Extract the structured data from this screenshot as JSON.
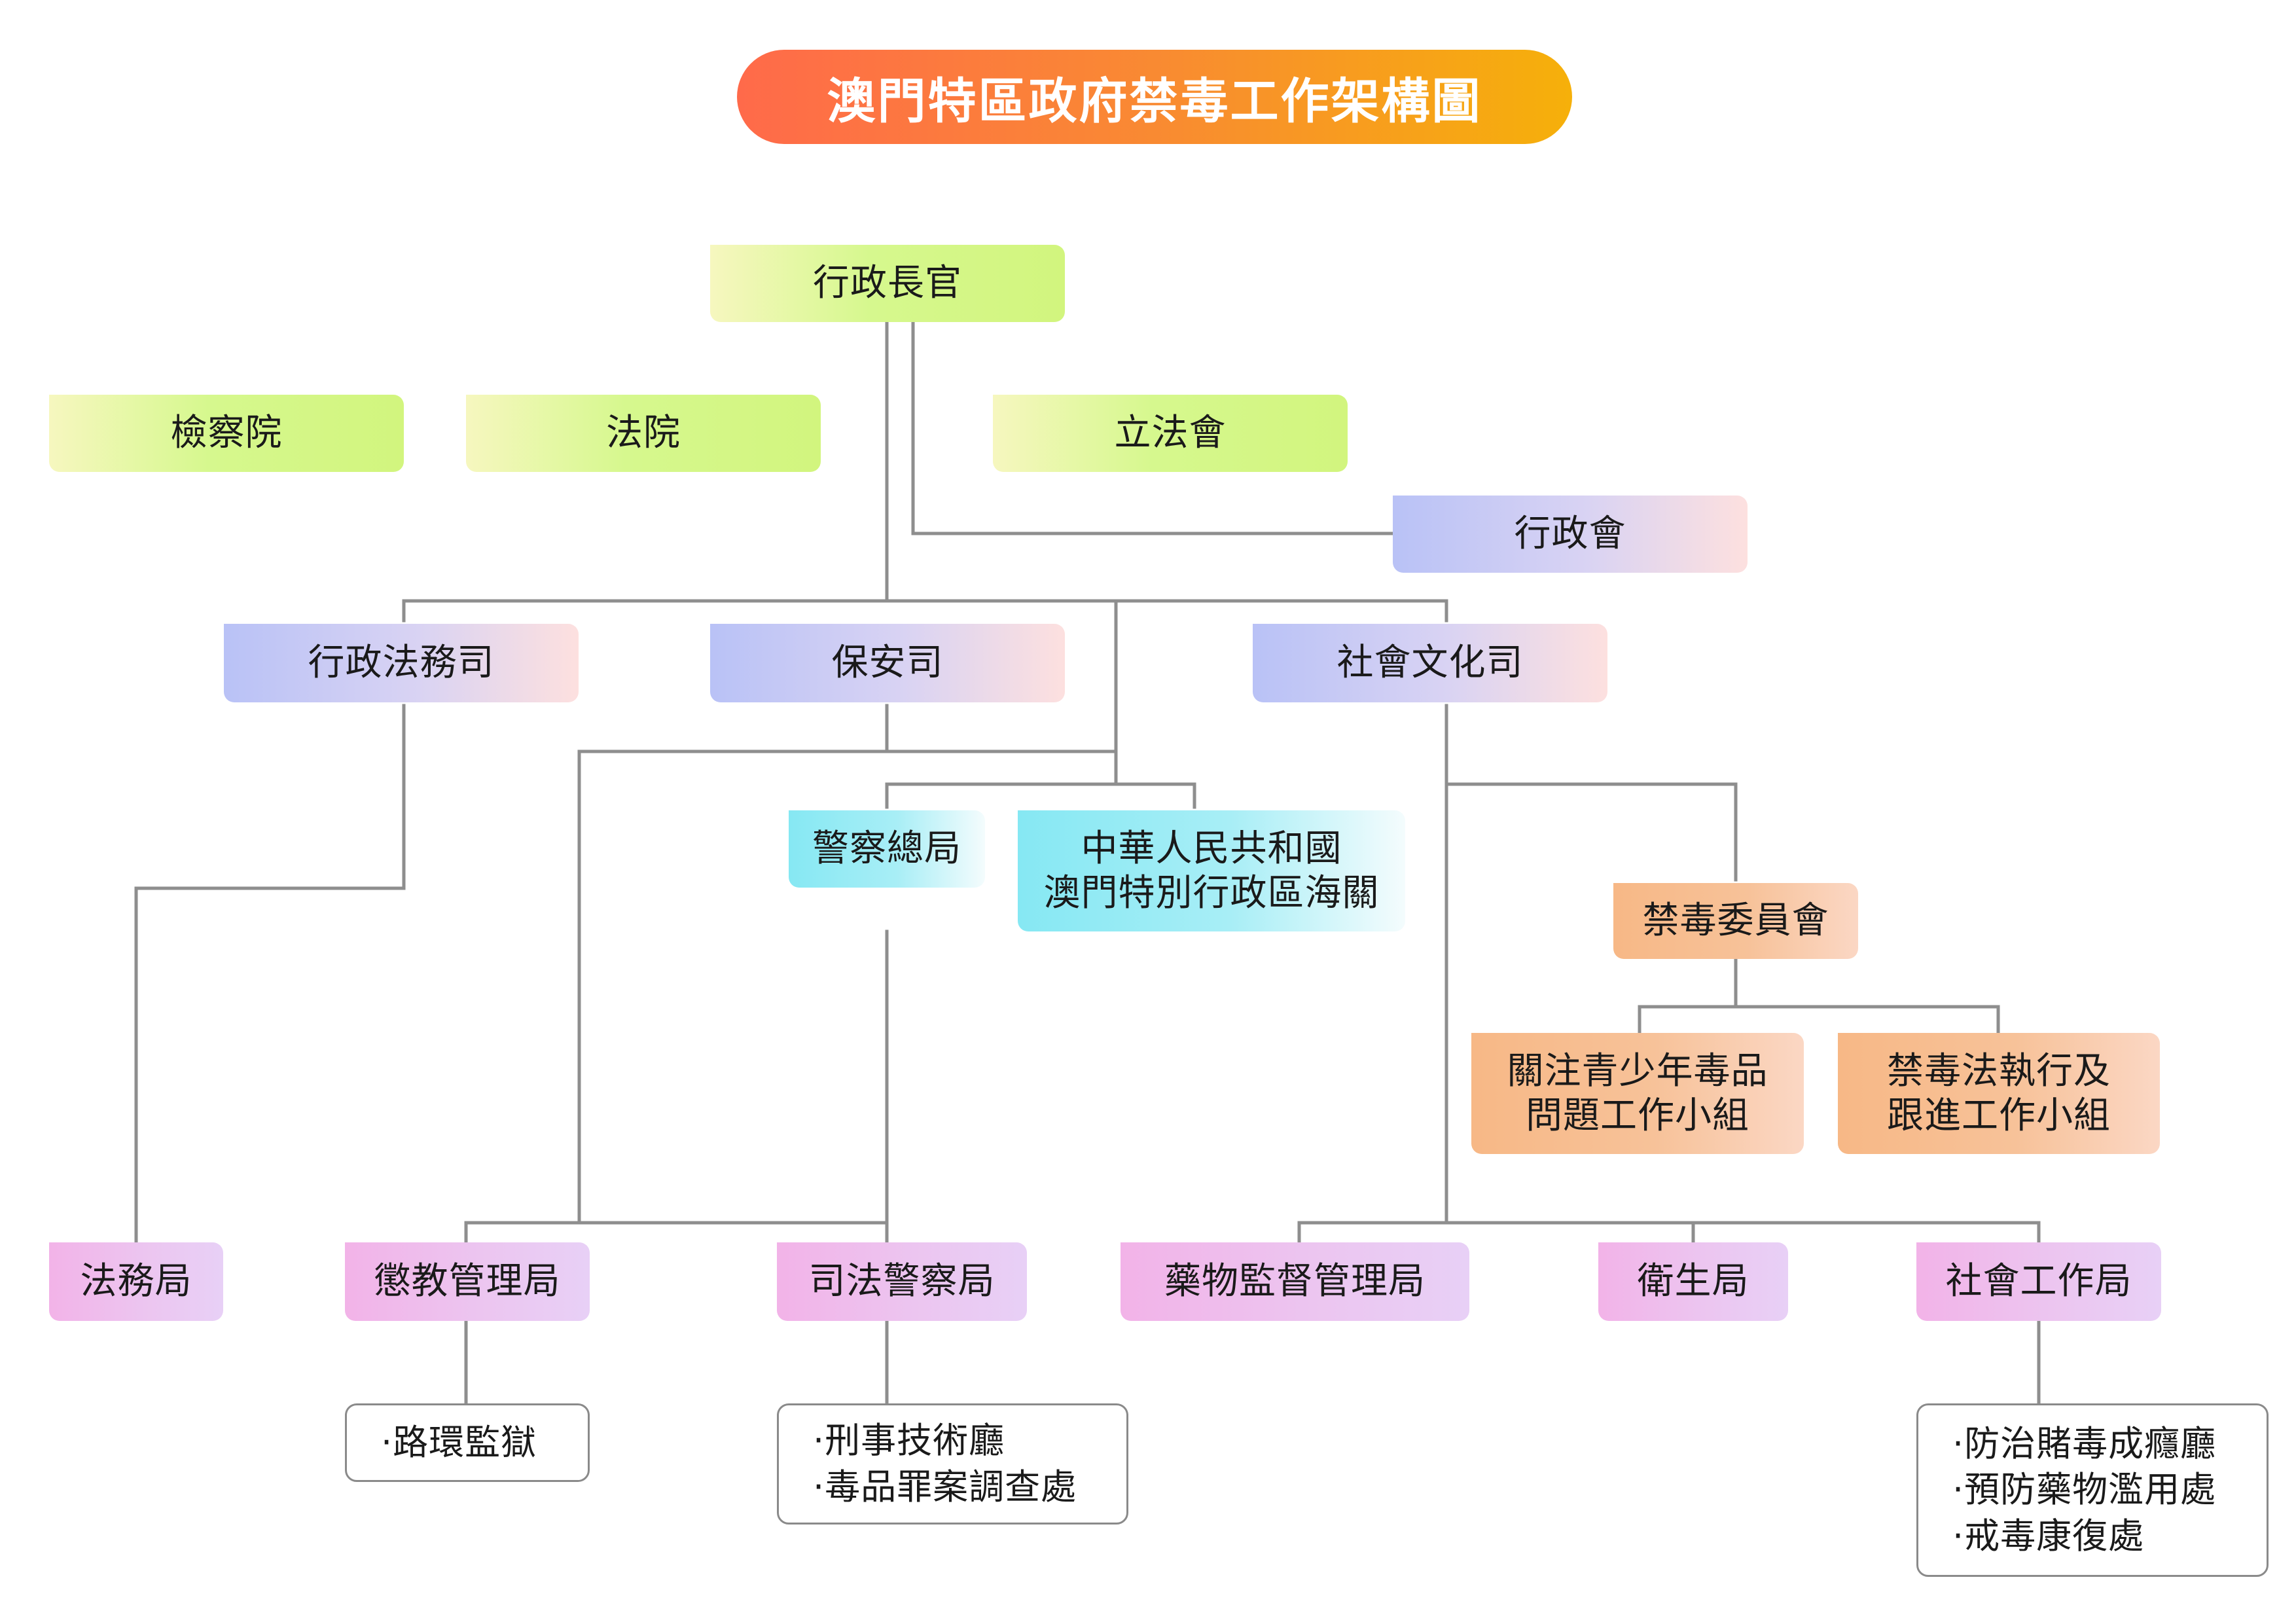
{
  "title": "澳門特區政府禁毒工作架構圖",
  "colors": {
    "title_gradient": [
      "#ff6a4a",
      "#f6b00a"
    ],
    "connector": "#8e8e8e"
  },
  "nodes": {
    "chief_executive": "行政長官",
    "procuratorate": "檢察院",
    "courts": "法院",
    "legislative_assembly": "立法會",
    "executive_council": "行政會",
    "admin_justice": "行政法務司",
    "security": "保安司",
    "social_culture": "社會文化司",
    "psp": "警察總局",
    "customs": [
      "中華人民共和國",
      "澳門特別行政區海關"
    ],
    "anti_drug_commission": "禁毒委員會",
    "youth_group": [
      "關注青少年毒品",
      "問題工作小組"
    ],
    "law_group": [
      "禁毒法執行及",
      "跟進工作小組"
    ],
    "dsaj": "法務局",
    "correctional": "懲教管理局",
    "judiciary_police": "司法警察局",
    "drug_admin": "藥物監督管理局",
    "health": "衛生局",
    "social_welfare": "社會工作局"
  },
  "sub_units": {
    "correctional": [
      "·路環監獄"
    ],
    "judiciary_police": [
      "·刑事技術廳",
      "·毒品罪案調查處"
    ],
    "social_welfare": [
      "·防治賭毒成癮廳",
      "·預防藥物濫用處",
      "·戒毒康復處"
    ]
  }
}
